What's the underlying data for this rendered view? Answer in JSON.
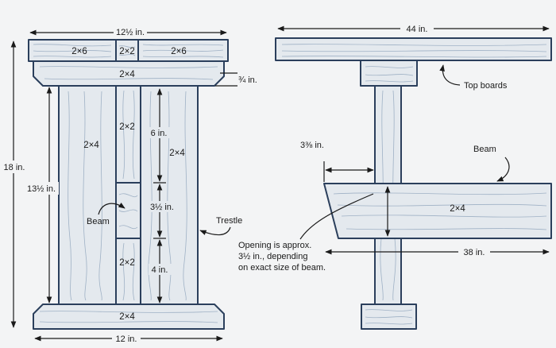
{
  "front_view": {
    "lumber": {
      "top_left": "2×6",
      "top_middle": "2×2",
      "top_right": "2×6",
      "cap": "2×4",
      "left_post": "2×4",
      "right_post": "2×4",
      "upper_spacer": "2×2",
      "lower_spacer": "2×2",
      "foot": "2×4"
    },
    "dimensions": {
      "top_width": "12½ in.",
      "overall_height": "18 in.",
      "inner_height": "13½ in.",
      "cap_thickness": "¾ in.",
      "upper_spacer_length": "6 in.",
      "opening_height": "3½ in.",
      "lower_spacer_length": "4 in.",
      "foot_width": "12 in."
    },
    "callouts": {
      "beam": "Beam",
      "trestle": "Trestle"
    }
  },
  "side_view": {
    "lumber": {
      "beam": "2×4"
    },
    "dimensions": {
      "top_length": "44 in.",
      "offset": "3⅜ in.",
      "beam_length": "38 in."
    },
    "callouts": {
      "top_boards": "Top boards",
      "beam": "Beam",
      "note_line1": "Opening is approx.",
      "note_line2": "3½ in., depending",
      "note_line3": "on exact size of beam."
    }
  },
  "colors": {
    "wood_fill": "#e4e9ee",
    "outline": "#2b3f5c",
    "grain": "#9fb1c5",
    "background": "#f3f4f5"
  }
}
